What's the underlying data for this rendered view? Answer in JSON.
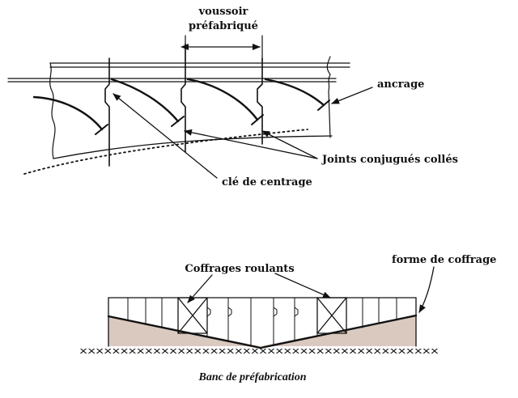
{
  "top_diagram": {
    "label_voussoir_line1": "voussoir",
    "label_voussoir_line2": "préfabriqué",
    "label_ancrage": "ancrage",
    "label_joints": "Joints conjugués collés",
    "label_cle": "clé de centrage"
  },
  "bottom_diagram": {
    "label_coffrages": "Coffrages roulants",
    "label_forme": "forme de coffrage",
    "caption": "Banc de préfabrication"
  },
  "colors": {
    "ink": "#111111",
    "ground_fill": "#d9c9bf"
  }
}
